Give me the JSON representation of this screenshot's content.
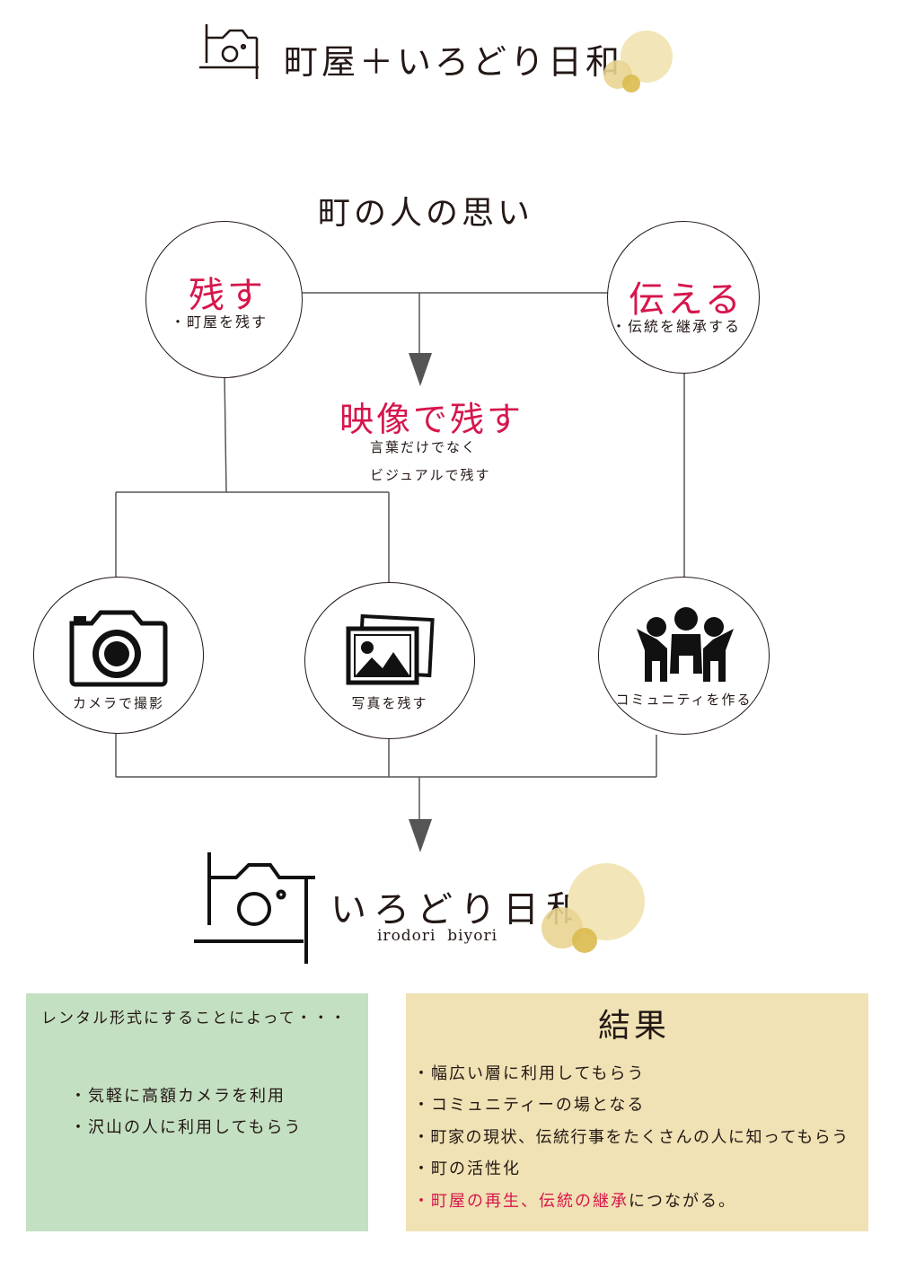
{
  "header": {
    "title": "町屋＋いろどり日和"
  },
  "main_title": "町の人の思い",
  "nodes": {
    "nokosu": {
      "heading": "残す",
      "sub": "・町屋を残す"
    },
    "tsutaeru": {
      "heading": "伝える",
      "sub": "・伝統を継承する"
    },
    "eizo": {
      "heading": "映像で残す",
      "line1": "言葉だけでなく",
      "line2": "ビジュアルで残す"
    },
    "camera": {
      "caption": "カメラで撮影",
      "icon": "camera-icon"
    },
    "photo": {
      "caption": "写真を残す",
      "icon": "photos-icon"
    },
    "community": {
      "caption": "コミュニティを作る",
      "icon": "people-icon"
    }
  },
  "logo": {
    "name": "いろどり日和",
    "romaji": "irodori  biyori"
  },
  "left_box": {
    "intro": "レンタル形式にすることによって・・・",
    "items": [
      "・気軽に高額カメラを利用",
      "・沢山の人に利用してもらう"
    ]
  },
  "right_box": {
    "title": "結果",
    "items": [
      "・幅広い層に利用してもらう",
      "・コミュニティーの場となる",
      "・町家の現状、伝統行事をたくさんの人に知ってもらう",
      "・町の活性化"
    ],
    "last_prefix": "・",
    "last_highlight": "町屋の再生、伝統の継承",
    "last_suffix": "につながる。"
  },
  "colors": {
    "accent_red": "#d6164c",
    "green_box": "#c4e0c2",
    "yellow_box": "#f0e2b4",
    "dot_light": "#f2e6b8",
    "dot_mid": "#e9d491",
    "dot_dark": "#dcbb4f",
    "ink": "#231815",
    "line": "#555555"
  }
}
